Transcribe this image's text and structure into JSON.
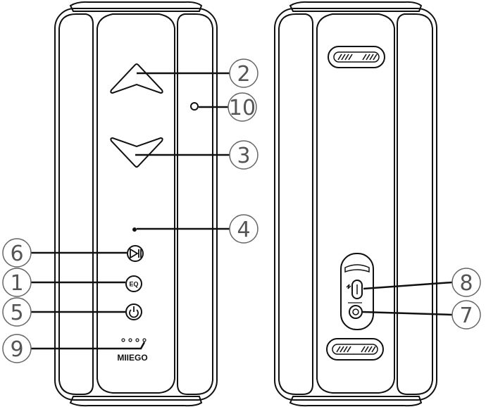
{
  "brand": {
    "logo": "MIIEGO"
  },
  "front": {
    "buttons": {
      "eq_label": "EQ",
      "play_pause_icon": "play-pause-icon",
      "power_icon": "power-icon",
      "volume_up_icon": "triangle-up-icon",
      "volume_down_icon": "triangle-down-icon"
    }
  },
  "back": {
    "ports": {
      "usb_c_icon": "usb-c-port-icon",
      "aux_icon": "aux-jack-icon"
    }
  },
  "callouts": {
    "c1": "1",
    "c2": "2",
    "c3": "3",
    "c4": "4",
    "c5": "5",
    "c6": "6",
    "c7": "7",
    "c8": "8",
    "c9": "9",
    "c10": "10"
  },
  "colors": {
    "line": "#111111",
    "callout": "#666666"
  }
}
